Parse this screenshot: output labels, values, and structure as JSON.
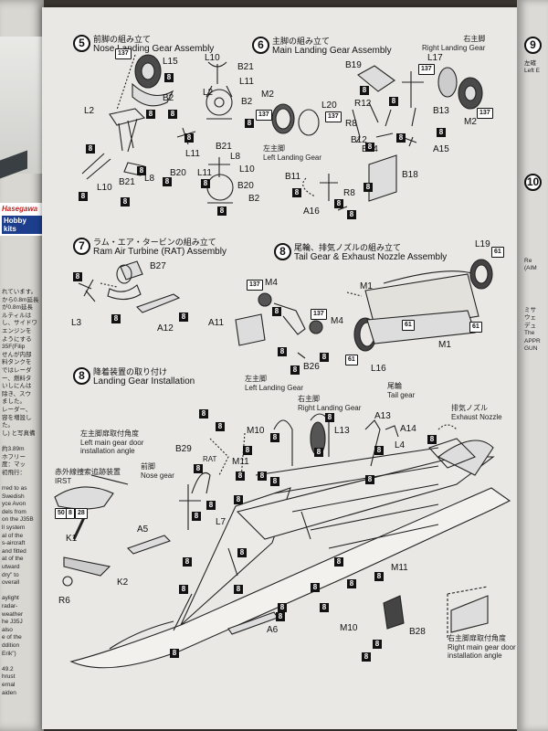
{
  "steps": {
    "s5": {
      "num": "5",
      "jp": "前脚の組み立て",
      "en": "Nose Landing Gear Assembly"
    },
    "s6": {
      "num": "6",
      "jp": "主脚の組み立て",
      "en": "Main Landing Gear Assembly"
    },
    "s7": {
      "num": "7",
      "jp": "ラム・エア・タービンの組み立て",
      "en": "Ram Air Turbine (RAT) Assembly"
    },
    "s8a": {
      "num": "8",
      "jp": "尾輪、排気ノズルの組み立て",
      "en": "Tail Gear & Exhaust Nozzle Assembly"
    },
    "s8b": {
      "num": "8",
      "jp": "降着装置の取り付け",
      "en": "Landing Gear Installation"
    },
    "s9": {
      "num": "9"
    },
    "s10": {
      "num": "10"
    }
  },
  "labels": {
    "right_landing_gear_jp": "右主脚",
    "right_landing_gear_en": "Right Landing Gear",
    "left_landing_gear_jp": "左主脚",
    "left_landing_gear_en": "Left Landing Gear",
    "lg_left_jp": "左主脚",
    "lg_left_en": "Left Landing Gear",
    "lg_right_jp": "右主脚",
    "lg_right_en": "Right Landing Gear",
    "tail_jp": "尾輪",
    "tail_en": "Tail gear",
    "exhaust_jp": "排気ノズル",
    "exhaust_en": "Exhaust Nozzle",
    "left_door_jp": "左主脚扉取付角度",
    "left_door_en1": "Left main gear door",
    "left_door_en2": "installation angle",
    "irst_jp": "赤外線捜索追跡装置",
    "irst_en": "IRST",
    "rat": "RAT",
    "nose_jp": "前脚",
    "nose_en": "Nose gear",
    "right_door_jp": "右主脚扉取付角度",
    "right_door_en1": "Right main gear door",
    "right_door_en2": "installation angle",
    "brand": "Hasegawa",
    "brand2": "Hobby kits",
    "rp_1": "左確",
    "rp_2": "Left E",
    "rp_3": "Re",
    "rp_4": "(AIM",
    "rp_5": "ミサ",
    "rp_6": "ウェ",
    "rp_7": "デュ",
    "rp_8": "The",
    "rp_9": "APPR",
    "rp_10": "GUN"
  },
  "parts": {
    "p137a": "137",
    "L15": "L15",
    "B2a": "B2",
    "L2a": "L2",
    "L11a": "L11",
    "B20a": "B20",
    "L8a": "L8",
    "L10a": "L10",
    "B21a": "B21",
    "L10b": "L10",
    "B21b": "B21",
    "L2b": "L2",
    "L11b": "L11",
    "B2b": "B2",
    "B21c": "B21",
    "L8b": "L8",
    "L11c": "L11",
    "L10c": "L10",
    "B20b": "B20",
    "B2c": "B2",
    "B19": "B19",
    "L17": "L17",
    "p137b": "137",
    "M2a": "M2",
    "p137c": "137",
    "L20": "L20",
    "p137d": "137",
    "R12": "R12",
    "B13": "B13",
    "R8a": "R8",
    "M2b": "M2",
    "p137e": "137",
    "B12": "B12",
    "A15": "A15",
    "B14": "B14",
    "B11": "B11",
    "B18": "B18",
    "R8b": "R8",
    "A16": "A16",
    "B27": "B27",
    "L3": "L3",
    "A12": "A12",
    "L19": "L19",
    "p61a": "61",
    "p137f": "137",
    "M4a": "M4",
    "M1a": "M1",
    "p137g": "137",
    "M4b": "M4",
    "A11": "A11",
    "p61b": "61",
    "p61c": "61",
    "B26": "B26",
    "M1b": "M1",
    "p61d": "61",
    "L16": "L16",
    "M10a": "M10",
    "L13": "L13",
    "A13": "A13",
    "A14": "A14",
    "L4": "L4",
    "B29": "B29",
    "M11a": "M11",
    "L7": "L7",
    "A5": "A5",
    "K1": "K1",
    "K2": "K2",
    "R6": "R6",
    "M11b": "M11",
    "M10b": "M10",
    "A6": "A6",
    "B28": "B28",
    "c50": "50",
    "c8": "8",
    "c28": "28"
  },
  "glue_mark": "8",
  "left_page_lines": [
    "れています。",
    "から0.8m延長",
    "が0.8m延長",
    "ルティルは",
    "し、サイドワ",
    "エンジンを",
    "ようにする",
    "35F(Filip",
    "せんが内部",
    "料タンクを",
    "ではレーダ",
    "ー、燃料タ",
    "いしにんは",
    "除き、スウ",
    "ました。",
    "レーダー、",
    "容を増設し",
    "た。",
    "し) と写真備",
    "",
    "約3.89m",
    "ホフリー",
    "度：マッ",
    "初飛行：",
    "",
    "rred to as",
    "Swedish",
    "yce Avon",
    "dels from",
    "on the J35B",
    "ll system",
    "al of the",
    "s-aircraft",
    "and fitted",
    "at of the",
    "utward",
    "dry\" to",
    "overall",
    "",
    "aylight",
    "radar-",
    "weather",
    "he J35J",
    "also",
    "e of the",
    "ddition",
    "Erik\")",
    "",
    "49.2",
    "hrust",
    "ernal",
    "aiden"
  ]
}
